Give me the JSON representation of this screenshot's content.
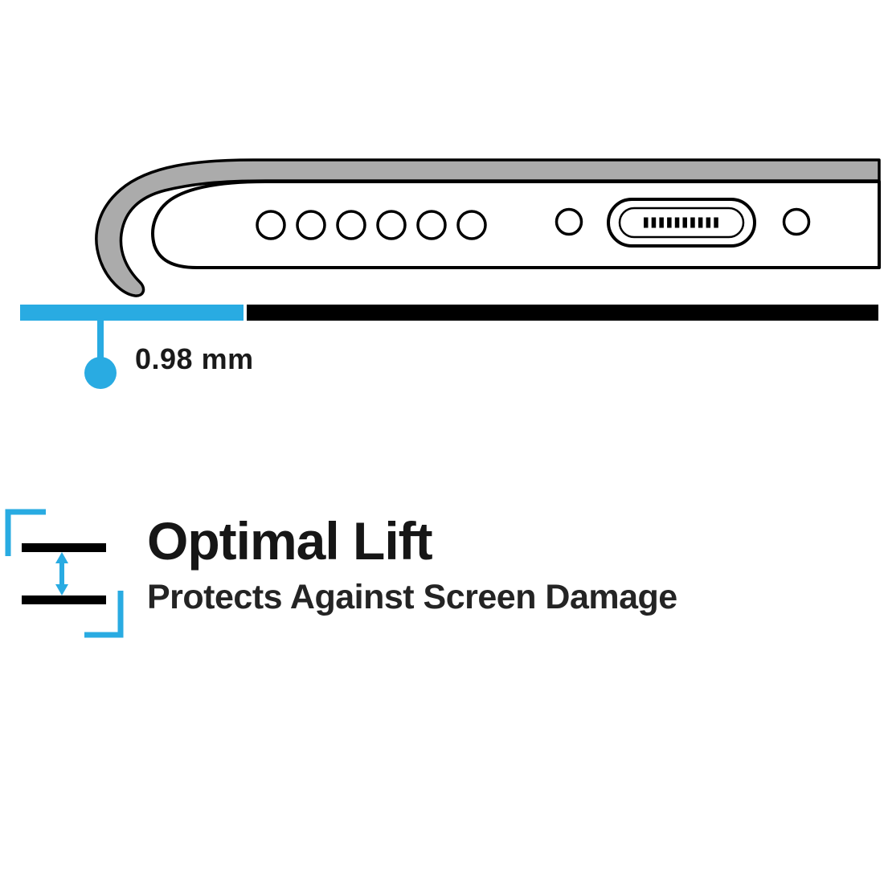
{
  "colors": {
    "accent_cyan": "#29ABE2",
    "case_gray": "#ABABAB",
    "outline_black": "#000000",
    "text_black": "#1A1A1A"
  },
  "diagram": {
    "measurement_label": "0.98 mm"
  },
  "feature": {
    "title": "Optimal Lift",
    "subtitle": "Protects Against Screen Damage"
  }
}
